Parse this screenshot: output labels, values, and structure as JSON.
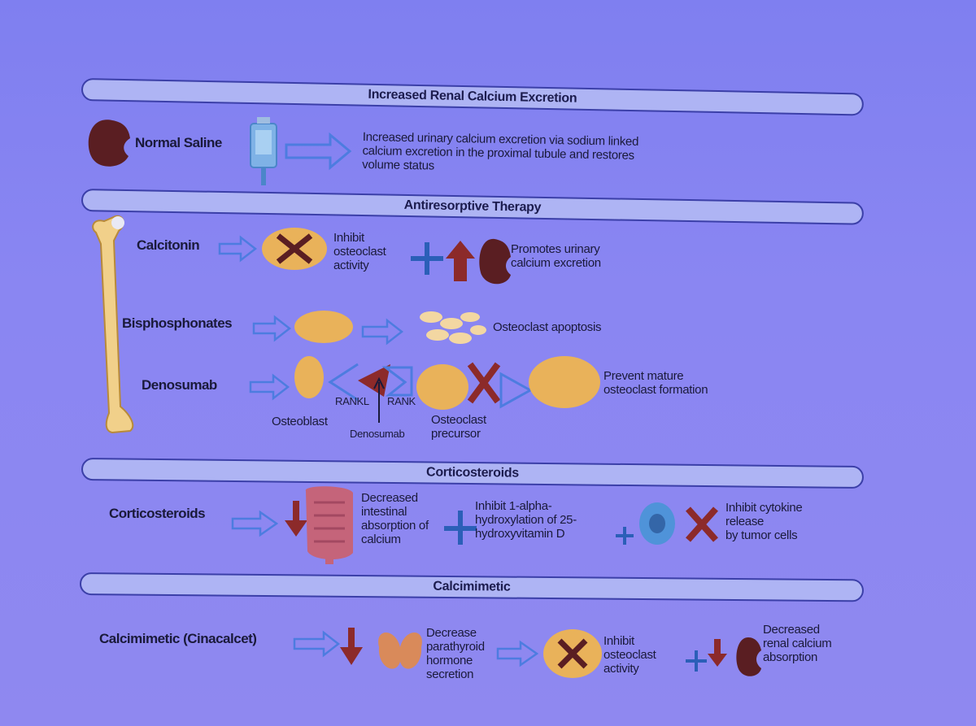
{
  "sections": {
    "renal": "Increased Renal Calcium Excretion",
    "antiresorptive": "Antiresorptive Therapy",
    "corticosteroids": "Corticosteroids",
    "calcimimetic": "Calcimimetic"
  },
  "normal_saline": {
    "label": "Normal Saline",
    "effect_lines": [
      "Increased urinary calcium excretion via sodium linked",
      "calcium excretion in the proximal tubule and restores",
      "volume status"
    ]
  },
  "calcitonin": {
    "label": "Calcitonin",
    "effect_lines": [
      "Inhibit",
      "osteoclast",
      "activity"
    ],
    "effect2_lines": [
      "Promotes urinary",
      "calcium excretion"
    ]
  },
  "bisphosphonates": {
    "label": "Bisphosphonates",
    "effect": "Osteoclast apoptosis"
  },
  "denosumab": {
    "label": "Denosumab",
    "rankl": "RANKL",
    "rank": "RANK",
    "osteoblast": "Osteoblast",
    "drug": "Denosumab",
    "precursor_lines": [
      "Osteoclast",
      "precursor"
    ],
    "effect_lines": [
      "Prevent mature",
      "osteoclast formation"
    ]
  },
  "cortico": {
    "label": "Corticosteroids",
    "effect1_lines": [
      "Decreased",
      "intestinal",
      "absorption of",
      "calcium"
    ],
    "effect2_lines": [
      "Inhibit 1-alpha-",
      "hydroxylation of 25-",
      "hydroxyvitamin D"
    ],
    "effect3_lines": [
      "Inhibit cytokine",
      "release",
      "by tumor cells"
    ]
  },
  "cinacalcet": {
    "label": "Calcimimetic (Cinacalcet)",
    "effect1_lines": [
      "Decrease",
      "parathyroid",
      "hormone",
      "secretion"
    ],
    "effect2_lines": [
      "Inhibit",
      "osteoclast",
      "activity"
    ],
    "effect3_lines": [
      "Decreased",
      "renal calcium",
      "absorption"
    ]
  },
  "colors": {
    "arrow_outline": "#4d7ce0",
    "red_mark": "#8c2a2a",
    "plus": "#2b5fb8",
    "osteoclast": "#e9b25a",
    "kidney": "#5a1e22"
  }
}
